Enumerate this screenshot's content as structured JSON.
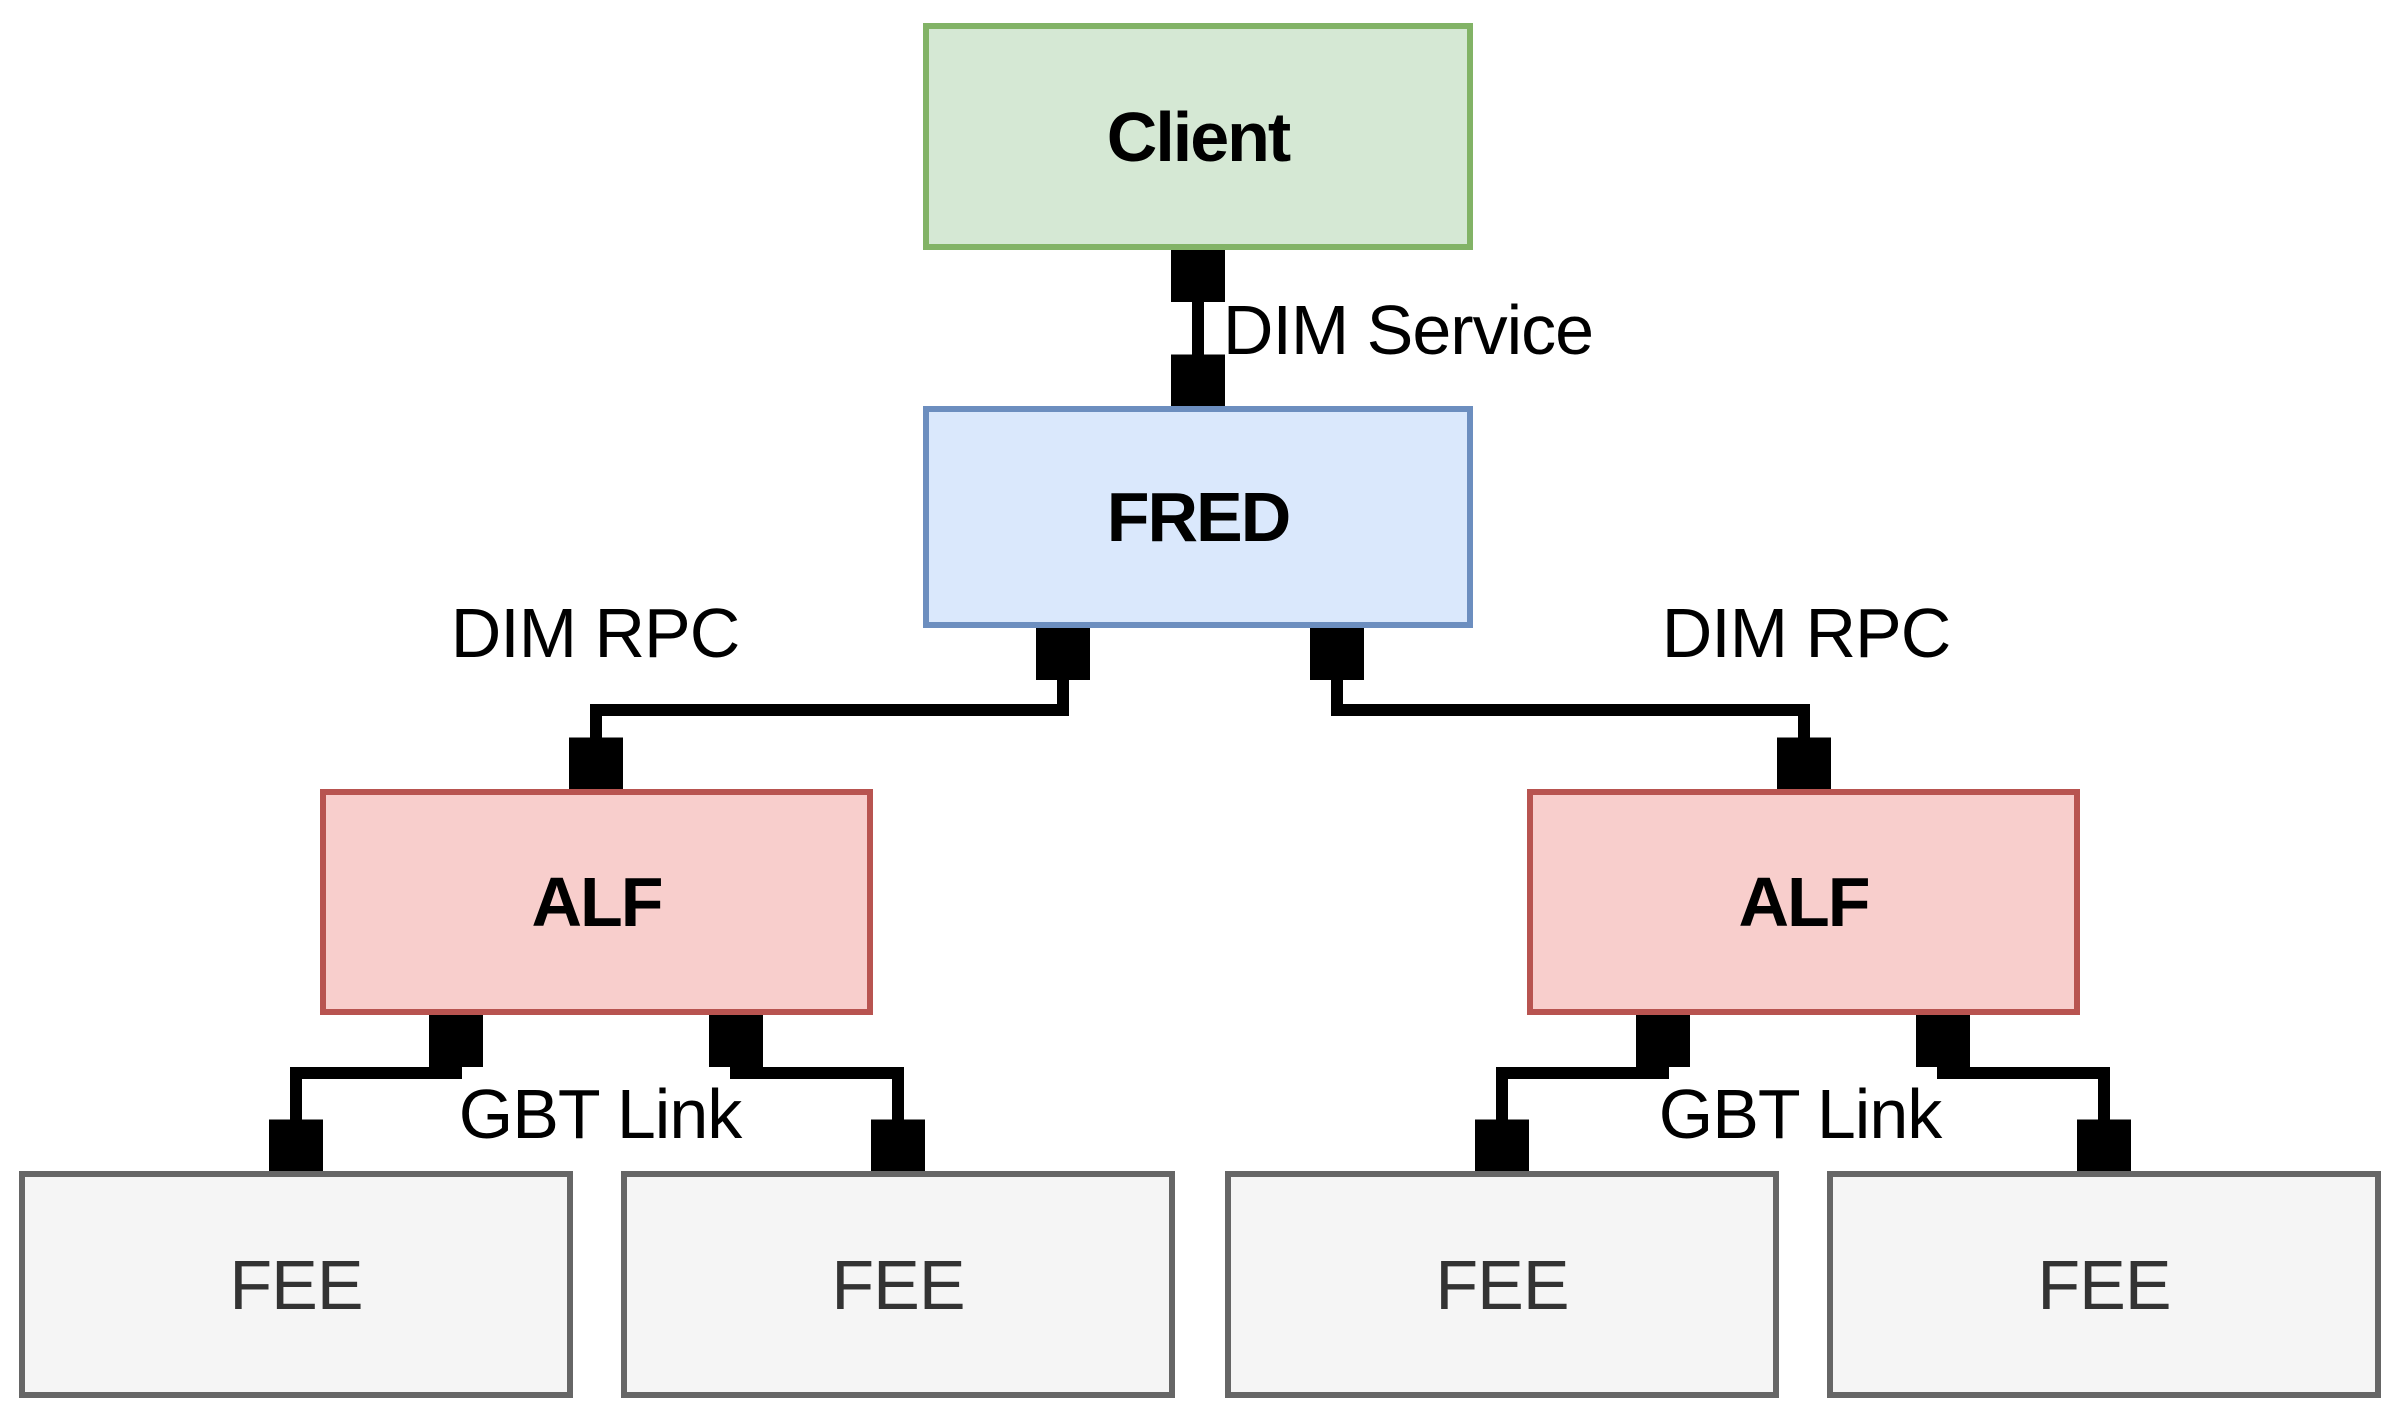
{
  "diagram": {
    "nodes": {
      "client": {
        "label": "Client",
        "fill": "#d5e8d4",
        "border": "#82b366"
      },
      "fred": {
        "label": "FRED",
        "fill": "#dae8fc",
        "border": "#6c8ebf"
      },
      "alf_left": {
        "label": "ALF",
        "fill": "#f8cecc",
        "border": "#b85450"
      },
      "alf_right": {
        "label": "ALF",
        "fill": "#f8cecc",
        "border": "#b85450"
      },
      "fee_1": {
        "label": "FEE",
        "fill": "#f5f5f5",
        "border": "#666666"
      },
      "fee_2": {
        "label": "FEE",
        "fill": "#f5f5f5",
        "border": "#666666"
      },
      "fee_3": {
        "label": "FEE",
        "fill": "#f5f5f5",
        "border": "#666666"
      },
      "fee_4": {
        "label": "FEE",
        "fill": "#f5f5f5",
        "border": "#666666"
      }
    },
    "edges": {
      "dim_service": {
        "label": "DIM Service"
      },
      "dim_rpc_left": {
        "label": "DIM RPC"
      },
      "dim_rpc_right": {
        "label": "DIM RPC"
      },
      "gbt_link_left": {
        "label": "GBT Link"
      },
      "gbt_link_right": {
        "label": "GBT Link"
      }
    },
    "colors": {
      "arrow": "#000000",
      "background": "#ffffff",
      "node_text": "#000000",
      "fee_text": "#333333"
    }
  }
}
